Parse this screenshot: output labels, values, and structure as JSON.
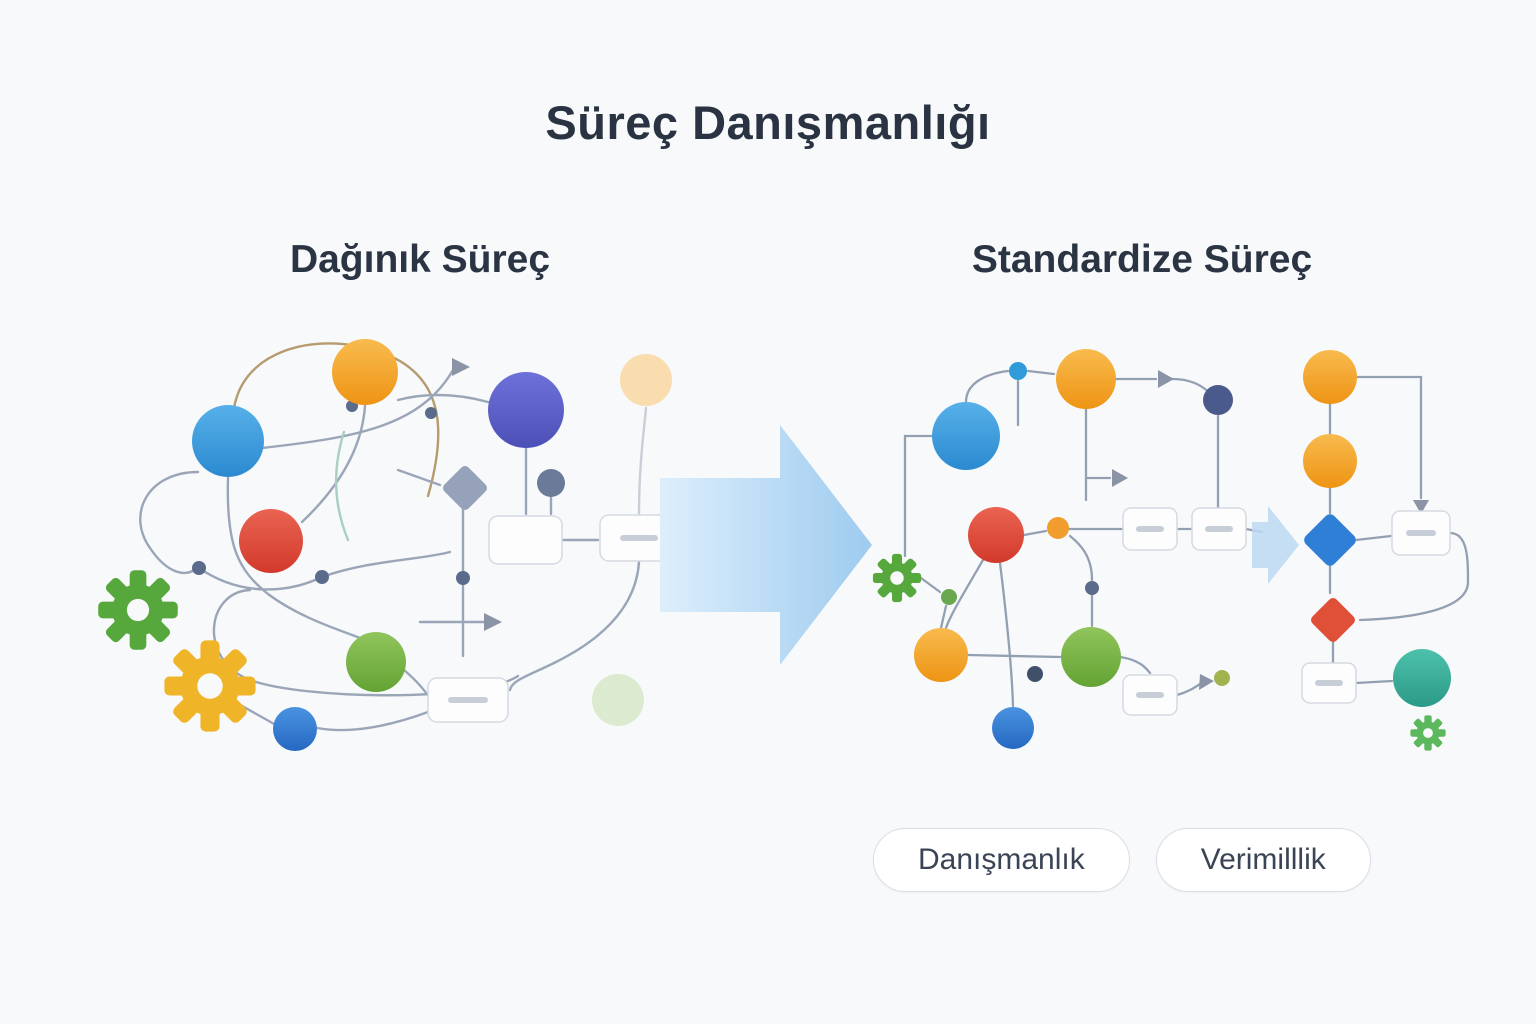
{
  "page": {
    "title": "Süreç Danışmanlığı",
    "background_color": "#f8f9fb"
  },
  "sections": {
    "left": {
      "heading": "Dağınık Süreç"
    },
    "right": {
      "heading": "Standardize Süreç"
    }
  },
  "badges": [
    {
      "label": "Danışmanlık"
    },
    {
      "label": "Verimilllik"
    }
  ],
  "icons": {
    "transformation_arrow": "right-arrow",
    "gear": "gear-icon",
    "decision_diamond": "diamond-node",
    "task_box": "task-rectangle"
  },
  "palette": {
    "orange": "#f5a623",
    "blue": "#3b9be0",
    "dark_blue": "#2f7fd6",
    "purple": "#5b5fc7",
    "red": "#e04b3e",
    "green": "#7cb342",
    "teal": "#3aaf9c",
    "gear_green": "#57a83c",
    "gear_yellow": "#f0b429",
    "connector_gray": "#9aa6b8",
    "connector_tan": "#b59b6e",
    "arrow_blue": "#aed4f2",
    "heading_text": "#2b3443",
    "badge_text": "#3a4454"
  }
}
